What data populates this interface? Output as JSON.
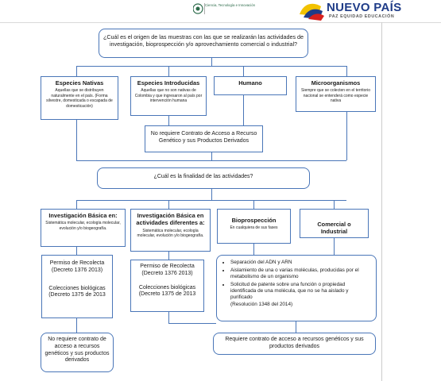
{
  "header": {
    "gov_text": "Ciencia, Tecnología e Innovación",
    "brand_title": "NUEVO PAÍS",
    "brand_motto": "PAZ EQUIDAD EDUCACIÓN"
  },
  "question1": "¿Cuál es el origen de las muestras con las que se realizarán las actividades de investigación, bioprospección y/o aprovechamiento comercial o industrial?",
  "origins": [
    {
      "title": "Especies Nativas",
      "desc": "Aquellas que se distribuyen naturalmente en el país. (Forma silvestre, domesticada o escapada de domesticación)"
    },
    {
      "title": "Especies Introducidas",
      "desc": "Aquellas que no son nativas de Colombia y que ingresaron al país por intervención humana"
    },
    {
      "title": "Humano",
      "desc": ""
    },
    {
      "title": "Microorganismos",
      "desc": "Siempre que se colecten en el territorio nacional se entenderá como especie nativa"
    }
  ],
  "no_contract_1": "No requiere Contrato de Acceso a Recurso Genético y sus Productos Derivados",
  "question2": "¿Cuál es la finalidad de las actividades?",
  "purposes": [
    {
      "title": "Investigación Básica en:",
      "desc": "Sistemática molecular, ecología molecular, evolución y/o biogeografía."
    },
    {
      "title": "Investigación Básica en actividades diferentes a:",
      "desc": "Sistemática molecular, ecología molecular, evolución y/o biogeografía."
    },
    {
      "title": "Bioprospección",
      "desc": "En cualquiera de sus fases"
    },
    {
      "title": "Comercial o Industrial",
      "desc": ""
    }
  ],
  "permits_a": {
    "permiso": "Permiso de Recolecta (Decreto 1376 2013)",
    "colecciones": "Colecciones biológicas (Decreto 1375 de 2013"
  },
  "permits_b": {
    "permiso": "Permiso de Recolecta (Decreto 1376 2013)",
    "colecciones": "Colecciones biológicas (Decreto 1375 de 2013"
  },
  "bio_list": [
    "Separación del ADN y ARN",
    "Aislamiento de una o varias moléculas, producidas por el metabolismo de un organismo",
    "Solicitud de patente sobre una función o propiedad identificada de una molécula, que no se ha aislado y purificado"
  ],
  "bio_resolution": "(Resolución 1348 del 2014)",
  "no_contract_2": "No requiere contrato de acceso a recursos genéticos y sus productos derivados",
  "contract_required": "Requiere contrato de acceso a recursos genéticos y sus productos derivados",
  "colors": {
    "border": "#4a76b8",
    "brand_blue": "#1f3c88"
  }
}
